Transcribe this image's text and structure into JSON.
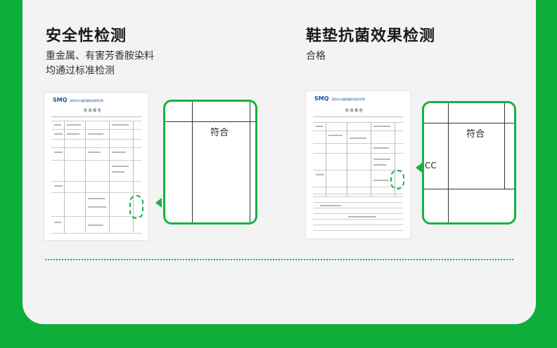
{
  "left": {
    "title": "安全性检测",
    "description_line1": "重金属、有害芳香胺染料",
    "description_line2": "均通过标准检测",
    "doc": {
      "logo": "SMQ",
      "org": "深圳市计量质量检测研究院",
      "heading": "检 验 报 告"
    },
    "zoom_text": "符合"
  },
  "right": {
    "title": "鞋垫抗菌效果检测",
    "description_line1": "合格",
    "doc": {
      "logo": "SMQ",
      "org": "深圳市计量质量检测研究院",
      "heading": "检 验 报 告"
    },
    "zoom_text": "符合",
    "zoom_side_text": "CC"
  },
  "colors": {
    "accent": "#16b144",
    "background": "#0fae3a",
    "card": "#f3f3f3"
  }
}
